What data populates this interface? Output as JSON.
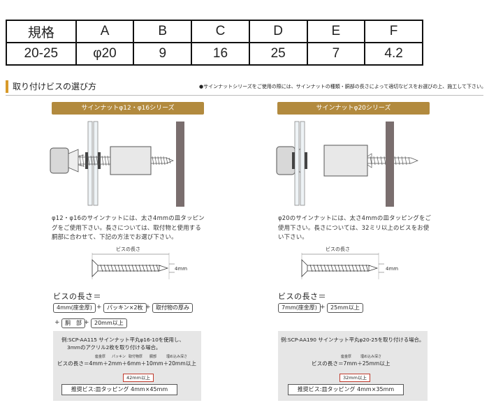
{
  "spec_table": {
    "headers": [
      "規格",
      "A",
      "B",
      "C",
      "D",
      "E",
      "F"
    ],
    "values": [
      "20-25",
      "φ20",
      "9",
      "16",
      "25",
      "7",
      "4.2"
    ]
  },
  "section": {
    "title": "取り付けビスの選び方",
    "note": "●サインナットシリーズをご使用の際には、サインナットの種類・胴部の長さによって適切なビスをお選びの上、施工して下さい。"
  },
  "left": {
    "series": "サインナットφ12・φ16シリーズ",
    "desc": [
      "φ12・φ16のサインナットには、太さ4mmの皿タッピン",
      "グをご使用下さい。長さについては、取付物と使用する",
      "胴部に合わせて、下記の方法でお選び下さい。"
    ],
    "screw_len_label": "ビスの長さ",
    "screw_mm": "4mm",
    "formula_title": "ビスの長さ＝",
    "pills": [
      "4mm(座金厚)",
      "パッキン×2枚",
      "取付物の厚み",
      "胴　部",
      "20mm以上"
    ],
    "plus": "+",
    "example": {
      "title1": "例:SCP-AA115 サインナット平丸φ16-10を使用し、",
      "title2": "3mmのアクリル2枚を取り付ける場合。",
      "small_labels": [
        "座金厚",
        "パッキン",
        "取付物厚",
        "胴部",
        "埋め込み深さ"
      ],
      "equation": "ビスの長さ＝4mm＋2mm＋6mm＋10mm＋20mm以上",
      "result": "42mm以上",
      "recommended": "推奨ビス:皿タッピング 4mm×45mm"
    }
  },
  "right": {
    "series": "サインナットφ20シリーズ",
    "desc": [
      "φ20のサインナットには、太さ4mmの皿タッピングをご",
      "使用下さい。長さについては、32ミリ以上のビスをお使",
      "い下さい。"
    ],
    "screw_len_label": "ビスの長さ",
    "screw_mm": "4mm",
    "formula_title": "ビスの長さ＝",
    "pills": [
      "7mm(座金厚)",
      "25mm以上"
    ],
    "plus": "+",
    "example": {
      "title1": "例:SCP-AA190 サインナット平丸φ20-25を取り付ける場合。",
      "small_labels": [
        "座金厚",
        "埋め込み深さ"
      ],
      "equation": "ビスの長さ＝7mm＋25mm以上",
      "result": "32mm以上",
      "recommended": "推奨ビス:皿タッピング 4mm×35mm"
    }
  }
}
